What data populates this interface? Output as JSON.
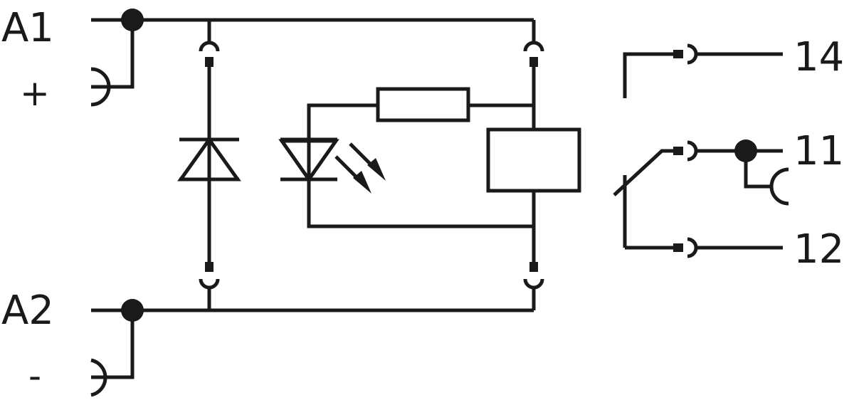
{
  "labels": {
    "a1": "A1",
    "a2": "A2",
    "plus": "+",
    "minus": "-",
    "t14": "14",
    "t11": "11",
    "t12": "12"
  },
  "colors": {
    "ink": "#1a1a1a",
    "background": "#ffffff"
  },
  "icons": {
    "diode": "diode-icon",
    "led": "led-icon",
    "resistor": "resistor-icon",
    "relay_coil": "relay-coil-icon",
    "changeover_contact": "changeover-contact-icon"
  }
}
